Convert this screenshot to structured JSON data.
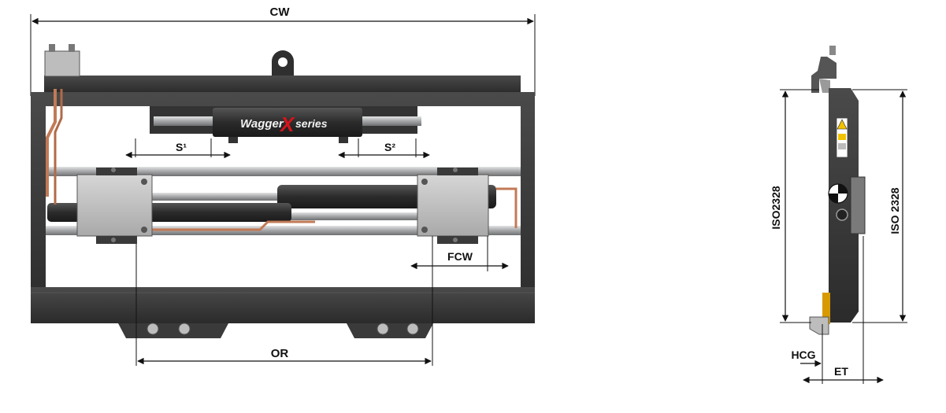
{
  "front_view": {
    "dimensions": {
      "cw": "CW",
      "s1": "S¹",
      "s2": "S²",
      "fcw": "FCW",
      "or": "OR"
    },
    "logo": {
      "brand": "Wagger",
      "mark": "X",
      "suffix": "series"
    }
  },
  "side_view": {
    "dimensions": {
      "iso_left": "ISO2328",
      "iso_right": "ISO 2328",
      "hcg": "HCG",
      "et": "ET"
    }
  },
  "colors": {
    "frame": "#3a3a3a",
    "frame_dark": "#2a2a2a",
    "rod": "#a9abad",
    "carriage": "#c8c8c8",
    "hose": "#c27a56",
    "logo_red": "#d5141b",
    "warning": "#f2c200"
  }
}
